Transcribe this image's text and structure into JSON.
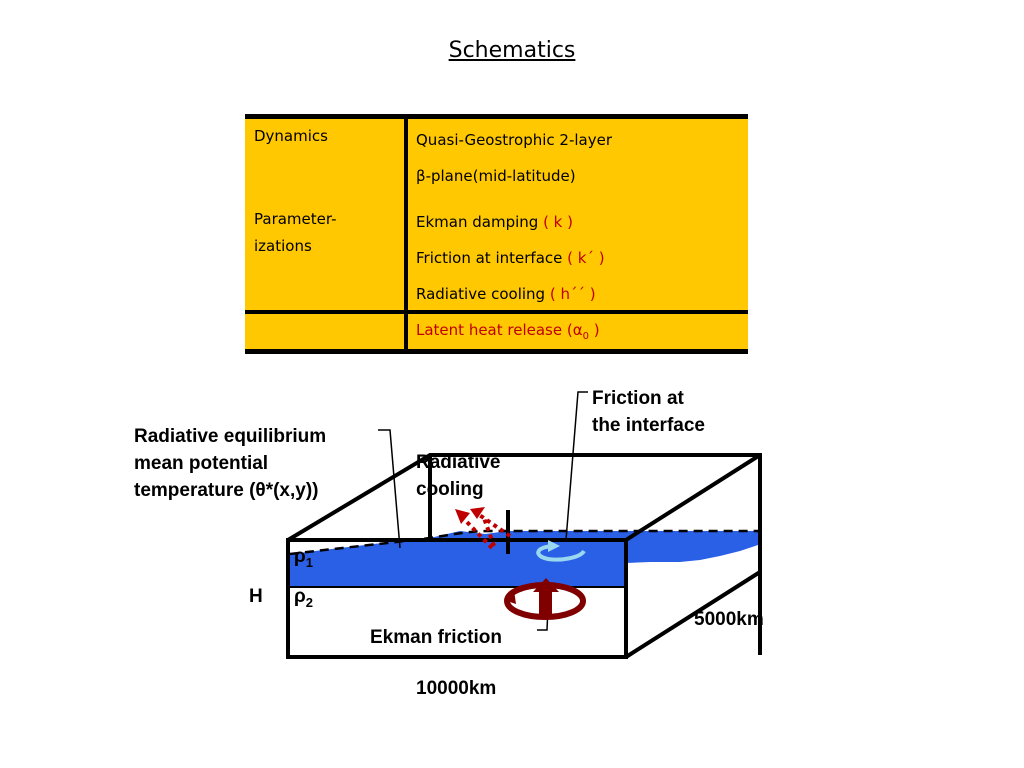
{
  "title": "Schematics",
  "table": {
    "rows": [
      {
        "label": "Dynamics",
        "lines": [
          "Quasi-Geostrophic 2-layer",
          "β-plane(mid-latitude)"
        ]
      },
      {
        "label_lines": [
          "Parameter-",
          "izations"
        ],
        "items": [
          {
            "text": "Ekman damping ",
            "param": "( k )"
          },
          {
            "text": "Friction at interface ",
            "param": "( k´ )"
          },
          {
            "text": "Radiative cooling ",
            "param": "( h´´ )"
          },
          {
            "text": "Latent heat release (α",
            "sub": "0",
            "tail": " )"
          }
        ]
      }
    ]
  },
  "diagram": {
    "labels": {
      "rad_eq": [
        "Radiative equilibrium",
        "mean potential",
        "temperature (θ*(x,y))"
      ],
      "rad_cool": [
        "Radiative",
        "cooling"
      ],
      "friction_interface": [
        "Friction at",
        "the interface"
      ],
      "rho1": "ρ",
      "rho1_sub": "1",
      "rho2": "ρ",
      "rho2_sub": "2",
      "h": "H",
      "ekman": "Ekman friction",
      "dim_y": "5000km",
      "dim_x": "10000km"
    },
    "colors": {
      "fluid": "#2a60e6",
      "ekman_arrow": "#800000",
      "cooling_arrow": "#c00000",
      "swirl": "#9ad8f0"
    },
    "icons": [
      "ekman-circulation-icon",
      "interface-swirl-icon",
      "radiative-cooling-arrows-icon"
    ]
  }
}
